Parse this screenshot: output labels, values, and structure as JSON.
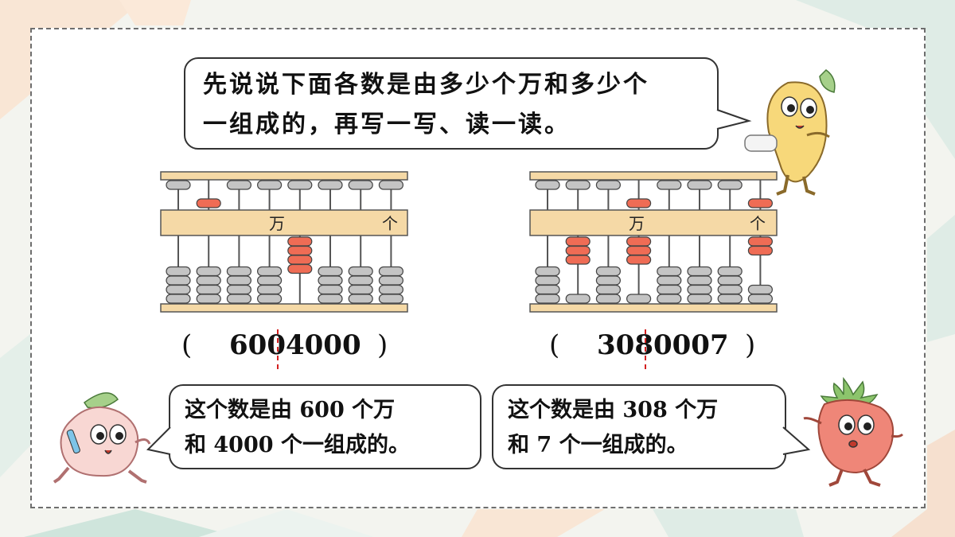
{
  "intro": {
    "lines": [
      "先说说下面各数是由多少个万和多少个",
      "一组成的，再写一写、读一读。"
    ]
  },
  "abacus_left": {
    "beam_labels": {
      "wan": "万",
      "ge": "个"
    },
    "upper_beads": [
      0,
      1,
      0,
      0,
      0,
      0,
      0,
      0
    ],
    "lower_beads": [
      0,
      0,
      0,
      0,
      4,
      0,
      0,
      0
    ]
  },
  "abacus_right": {
    "beam_labels": {
      "wan": "万",
      "ge": "个"
    },
    "upper_beads": [
      0,
      0,
      0,
      1,
      0,
      0,
      0,
      1
    ],
    "lower_beads": [
      0,
      3,
      0,
      3,
      0,
      0,
      0,
      2
    ]
  },
  "answers": {
    "left": {
      "open": "(",
      "number": "6004000",
      "close": ")"
    },
    "right": {
      "open": "(",
      "number": "3080007",
      "close": ")"
    }
  },
  "explanations": {
    "left": [
      "这个数是由 600 个万",
      "和 4000 个一组成的。"
    ],
    "right": [
      "这个数是由 308 个万",
      "和 7 个一组成的。"
    ]
  },
  "colors": {
    "bead_active": "#ef6c55",
    "bead_idle": "#c4c4c4",
    "frame": "#f5d9a6",
    "divider": "#d32020"
  }
}
